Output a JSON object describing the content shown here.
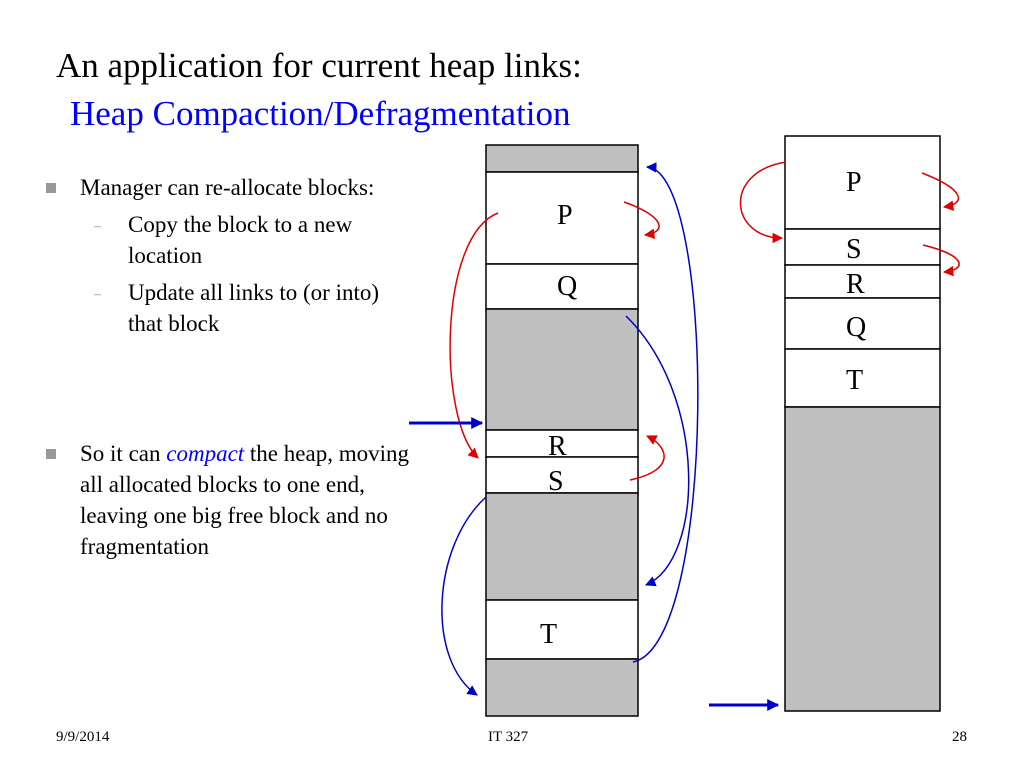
{
  "title": "An application for current heap links:",
  "subtitle": "Heap Compaction/Defragmentation",
  "bullets": {
    "b1": {
      "text": "Manager can re-allocate blocks:",
      "subs": [
        "Copy the block to a new location",
        "Update all links to (or into) that block"
      ]
    },
    "b2": {
      "before": "So it can ",
      "emphasis": "compact",
      "after": " the heap, moving all allocated blocks to one end, leaving one big free block and no fragmentation"
    }
  },
  "diagram": {
    "before_heap": {
      "labels": [
        "P",
        "Q",
        "R",
        "S",
        "T"
      ]
    },
    "after_heap": {
      "labels": [
        "P",
        "S",
        "R",
        "Q",
        "T"
      ]
    },
    "colors": {
      "free": "#c0c0c0",
      "allocated": "#ffffff",
      "internal_link": "#e00000",
      "moved_link": "#0000cc",
      "pointer": "#0000cc"
    }
  },
  "footer": {
    "date": "9/9/2014",
    "course": "IT 327",
    "page": "28"
  }
}
